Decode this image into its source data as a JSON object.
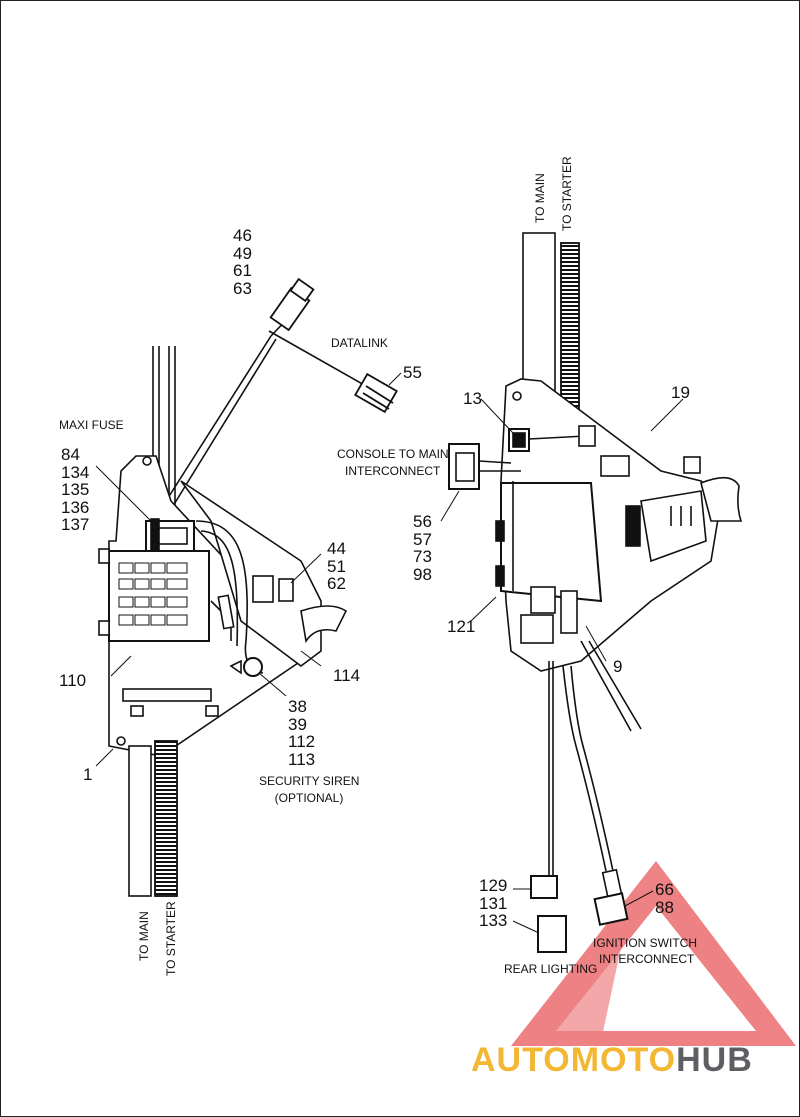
{
  "left_assembly": {
    "connector_group_top": [
      "46",
      "49",
      "61",
      "63"
    ],
    "datalink_label": "DATALINK",
    "datalink_callout": "55",
    "maxi_fuse_label": "MAXI FUSE",
    "fuse_group": [
      "84",
      "134",
      "135",
      "136",
      "137"
    ],
    "right_group": [
      "44",
      "51",
      "62"
    ],
    "callout_110": "110",
    "callout_114": "114",
    "callout_1": "1",
    "siren_group": [
      "38",
      "39",
      "112",
      "113"
    ],
    "security_siren_label": "SECURITY SIREN",
    "optional_label": "(OPTIONAL)",
    "to_main_label": "TO MAIN",
    "to_starter_label": "TO STARTER"
  },
  "right_assembly": {
    "to_main_label": "TO MAIN",
    "to_starter_label": "TO STARTER",
    "callout_13": "13",
    "callout_19": "19",
    "console_line1": "CONSOLE TO MAIN",
    "console_line2": "INTERCONNECT",
    "interconnect_group": [
      "56",
      "57",
      "73",
      "98"
    ],
    "callout_121": "121",
    "callout_9": "9",
    "rear_group": [
      "129",
      "131",
      "133"
    ],
    "rear_lighting_label": "REAR LIGHTING",
    "ignition_group": [
      "66",
      "88"
    ],
    "ignition_line1": "IGNITION SWITCH",
    "ignition_line2": "INTERCONNECT"
  },
  "watermark": {
    "part1": "AUTO",
    "part2": "MOTO",
    "part3": "HUB",
    "triangle_color": "#e8585c",
    "yellow_color": "#f3b733",
    "gray_color": "#5e5e63"
  }
}
